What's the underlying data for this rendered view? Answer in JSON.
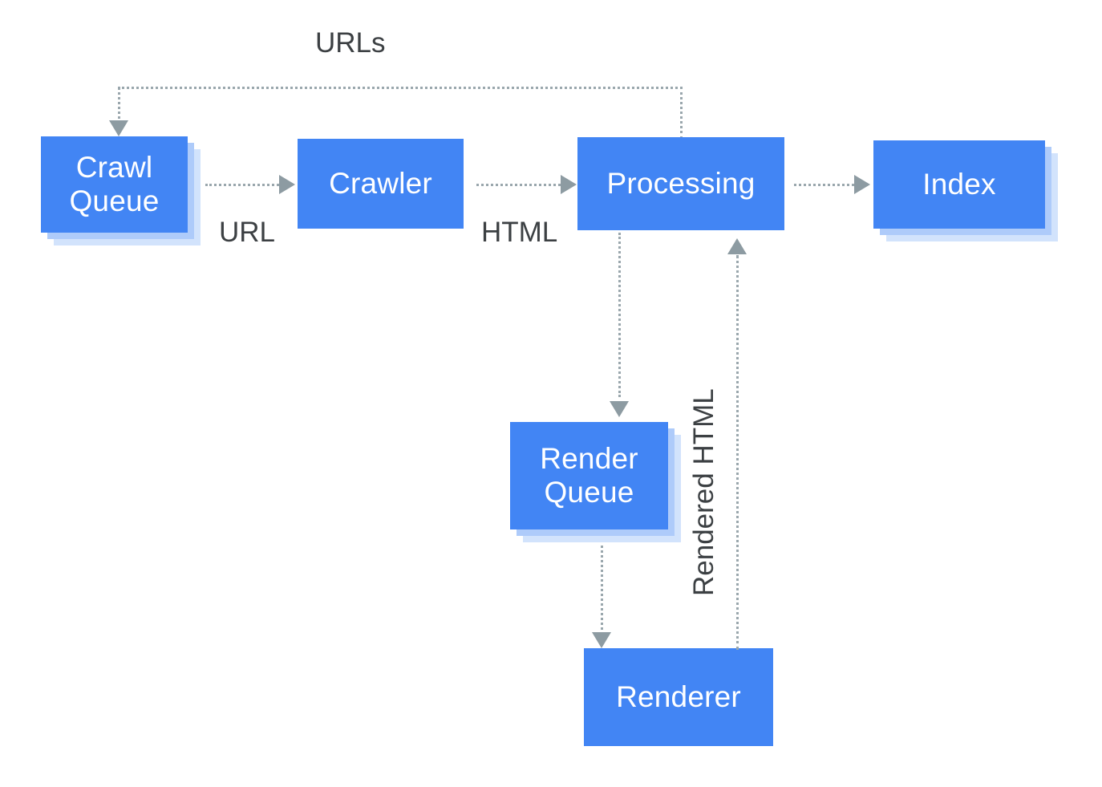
{
  "diagram": {
    "title_label": "URLs",
    "palette": {
      "node_fill": "#4285F4",
      "node_shadow_mid": "#AECBFA",
      "node_shadow_light": "#D2E3FC",
      "node_text": "#FFFFFF",
      "edge_line": "#9AA7AD",
      "edge_arrow": "#8D9BA2",
      "edge_label_text": "#3C4043",
      "background": "#FFFFFF"
    },
    "nodes": [
      {
        "id": "crawl-queue",
        "label": "Crawl\nQueue",
        "stacked": true
      },
      {
        "id": "crawler",
        "label": "Crawler",
        "stacked": false
      },
      {
        "id": "processing",
        "label": "Processing",
        "stacked": false
      },
      {
        "id": "index",
        "label": "Index",
        "stacked": true
      },
      {
        "id": "render-queue",
        "label": "Render\nQueue",
        "stacked": true
      },
      {
        "id": "renderer",
        "label": "Renderer",
        "stacked": false
      }
    ],
    "edges": [
      {
        "id": "crawl-queue-to-crawler",
        "label": "URL",
        "from": "crawl-queue",
        "to": "crawler",
        "direction": "right"
      },
      {
        "id": "crawler-to-processing",
        "label": "HTML",
        "from": "crawler",
        "to": "processing",
        "direction": "right"
      },
      {
        "id": "processing-to-index",
        "label": "",
        "from": "processing",
        "to": "index",
        "direction": "right"
      },
      {
        "id": "processing-to-crawl-queue",
        "label": "URLs",
        "from": "processing",
        "to": "crawl-queue",
        "direction": "feedback-up-left-down"
      },
      {
        "id": "processing-to-render-queue",
        "label": "",
        "from": "processing",
        "to": "render-queue",
        "direction": "down"
      },
      {
        "id": "render-queue-to-renderer",
        "label": "",
        "from": "render-queue",
        "to": "renderer",
        "direction": "down"
      },
      {
        "id": "renderer-to-processing",
        "label": "Rendered HTML",
        "from": "renderer",
        "to": "processing",
        "direction": "up"
      }
    ]
  }
}
